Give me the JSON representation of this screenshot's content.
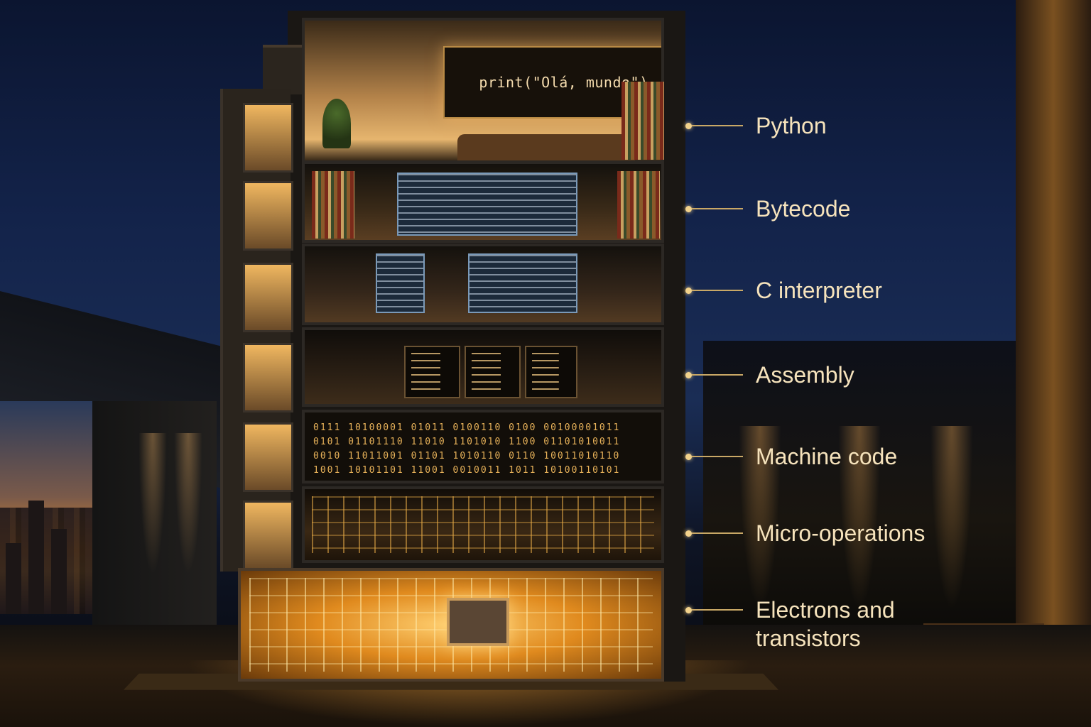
{
  "sign_code": "print(\"Olá, mundo\")",
  "layers": [
    {
      "label": "Python"
    },
    {
      "label": "Bytecode"
    },
    {
      "label": "C interpreter"
    },
    {
      "label": "Assembly"
    },
    {
      "label": "Machine code"
    },
    {
      "label": "Micro-operations"
    },
    {
      "label": "Electrons and transistors"
    }
  ],
  "machine_code_rows": [
    "0111 10100001  01011  0100110  0100  00100001011",
    "0101 01101110  11010  1101010  1100  01101010011",
    "0010 11011001  01101  1010110  0110  10011010110",
    "1001 10101101  11001  0010011  1011  10100110101"
  ]
}
